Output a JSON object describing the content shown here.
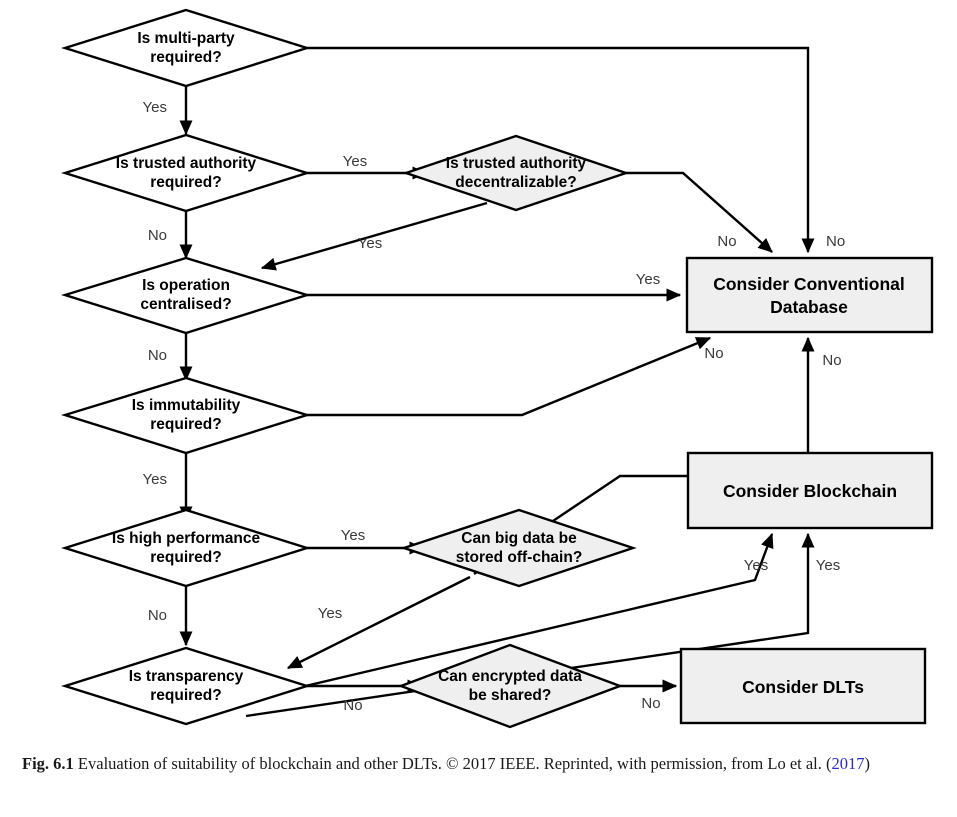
{
  "figure": {
    "number": "Fig. 6.1",
    "caption_part1": "Evaluation of suitability of blockchain and other DLTs. © 2017 IEEE. Reprinted, with permission, from Lo et al. (",
    "caption_ref": "2017",
    "caption_part2": ")"
  },
  "colors": {
    "shape_stroke": "#000000",
    "decision_fill_white": "#ffffff",
    "decision_fill_grey": "#efefef",
    "terminal_fill": "#efefef",
    "edge_label": "#3a3a3a",
    "reference_link": "#2a2ad0"
  },
  "chart_data": {
    "type": "flowchart",
    "title": "Evaluation of suitability of blockchain and other DLTs",
    "nodes": [
      {
        "id": "multi_party",
        "kind": "decision",
        "fill": "white",
        "line1": "Is multi-party",
        "line2": "required?"
      },
      {
        "id": "trusted_auth",
        "kind": "decision",
        "fill": "white",
        "line1": "Is trusted authority",
        "line2": "required?"
      },
      {
        "id": "decentralizable",
        "kind": "decision",
        "fill": "grey",
        "line1": "Is trusted authority",
        "line2": "decentralizable?"
      },
      {
        "id": "centralised",
        "kind": "decision",
        "fill": "white",
        "line1": "Is operation",
        "line2": "centralised?"
      },
      {
        "id": "immutability",
        "kind": "decision",
        "fill": "white",
        "line1": "Is immutability",
        "line2": "required?"
      },
      {
        "id": "performance",
        "kind": "decision",
        "fill": "white",
        "line1": "Is high performance",
        "line2": "required?"
      },
      {
        "id": "bigdata",
        "kind": "decision",
        "fill": "grey",
        "line1": "Can big data be",
        "line2": "stored off-chain?"
      },
      {
        "id": "transparency",
        "kind": "decision",
        "fill": "white",
        "line1": "Is transparency",
        "line2": "required?"
      },
      {
        "id": "encrypted",
        "kind": "decision",
        "fill": "grey",
        "line1": "Can encrypted data",
        "line2": "be shared?"
      },
      {
        "id": "conventional_db",
        "kind": "terminal",
        "fill": "grey",
        "line1": "Consider Conventional",
        "line2": "Database"
      },
      {
        "id": "blockchain",
        "kind": "terminal",
        "fill": "grey",
        "line1": "Consider Blockchain",
        "line2": ""
      },
      {
        "id": "dlts",
        "kind": "terminal",
        "fill": "grey",
        "line1": "Consider DLTs",
        "line2": ""
      }
    ],
    "edges": [
      {
        "from": "multi_party",
        "to": "trusted_auth",
        "label": "Yes"
      },
      {
        "from": "multi_party",
        "to": "conventional_db",
        "label": "No"
      },
      {
        "from": "trusted_auth",
        "to": "decentralizable",
        "label": "Yes"
      },
      {
        "from": "trusted_auth",
        "to": "centralised",
        "label": "No"
      },
      {
        "from": "decentralizable",
        "to": "centralised",
        "label": "Yes"
      },
      {
        "from": "decentralizable",
        "to": "conventional_db",
        "label": "No"
      },
      {
        "from": "centralised",
        "to": "conventional_db",
        "label": "Yes"
      },
      {
        "from": "centralised",
        "to": "immutability",
        "label": "No"
      },
      {
        "from": "immutability",
        "to": "conventional_db",
        "label": "No"
      },
      {
        "from": "immutability",
        "to": "performance",
        "label": "Yes"
      },
      {
        "from": "performance",
        "to": "bigdata",
        "label": "Yes"
      },
      {
        "from": "performance",
        "to": "transparency",
        "label": "No"
      },
      {
        "from": "bigdata",
        "to": "conventional_db",
        "label": "No"
      },
      {
        "from": "bigdata",
        "to": "transparency",
        "label": "Yes"
      },
      {
        "from": "transparency",
        "to": "blockchain",
        "label": "Yes"
      },
      {
        "from": "transparency",
        "to": "encrypted",
        "label": "No"
      },
      {
        "from": "encrypted",
        "to": "blockchain",
        "label": "Yes"
      },
      {
        "from": "encrypted",
        "to": "dlts",
        "label": "No"
      }
    ],
    "labels": {
      "yes": "Yes",
      "no": "No"
    }
  }
}
